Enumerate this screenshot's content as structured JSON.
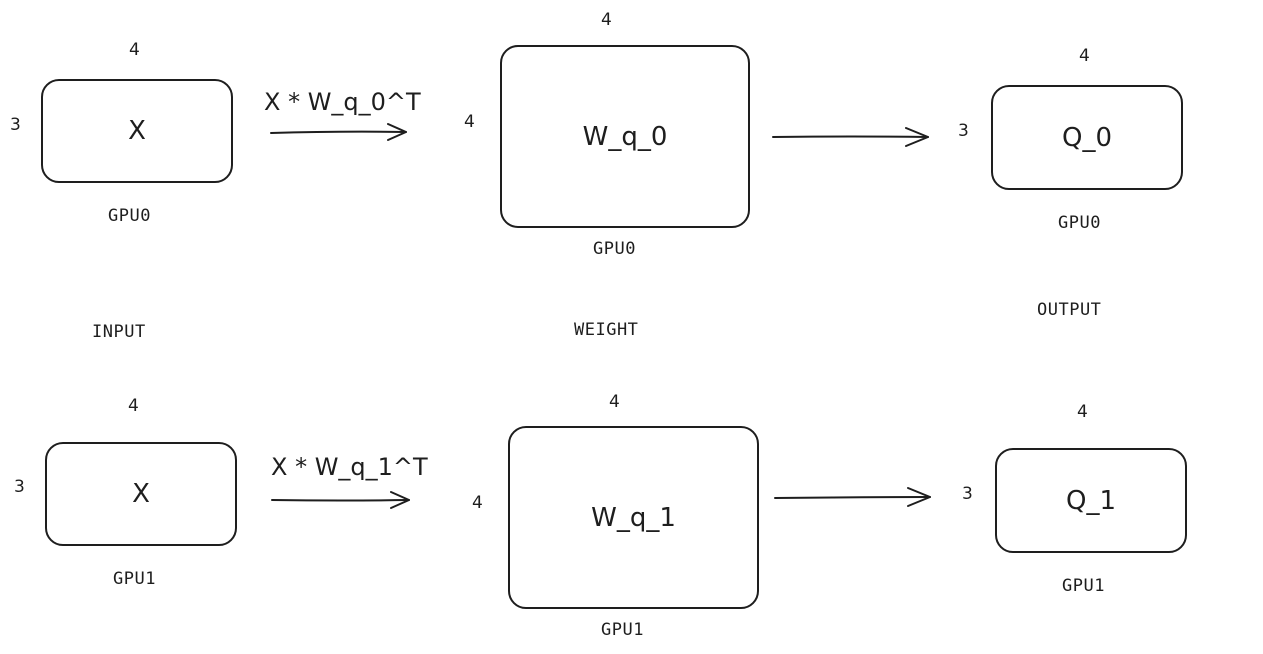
{
  "rows": [
    {
      "input": {
        "label": "X",
        "width_dim": "4",
        "height_dim": "3",
        "device": "GPU0"
      },
      "operation": "X * W_q_0^T",
      "weight": {
        "label": "W_q_0",
        "width_dim": "4",
        "height_dim": "4",
        "device": "GPU0"
      },
      "output": {
        "label": "Q_0",
        "width_dim": "4",
        "height_dim": "3",
        "device": "GPU0"
      }
    },
    {
      "input": {
        "label": "X",
        "width_dim": "4",
        "height_dim": "3",
        "device": "GPU1"
      },
      "operation": "X * W_q_1^T",
      "weight": {
        "label": "W_q_1",
        "width_dim": "4",
        "height_dim": "4",
        "device": "GPU1"
      },
      "output": {
        "label": "Q_1",
        "width_dim": "4",
        "height_dim": "3",
        "device": "GPU1"
      }
    }
  ],
  "section_labels": {
    "input": "INPUT",
    "weight": "WEIGHT",
    "output": "OUTPUT"
  }
}
